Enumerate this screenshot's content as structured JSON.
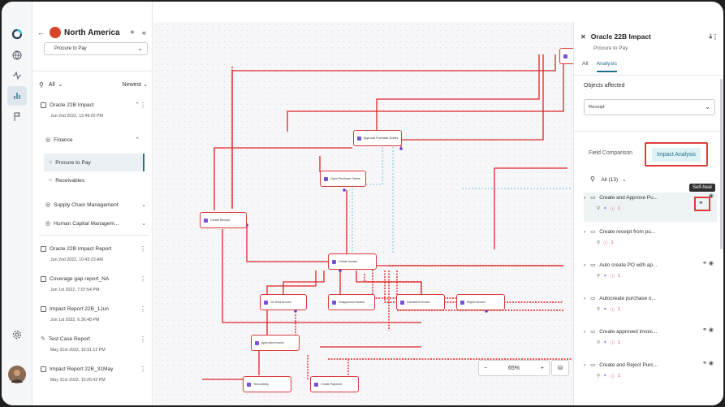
{
  "sidebar": {
    "title": "North America",
    "process_select": "Procure to Pay",
    "filter_label": "All",
    "sort_label": "Newest",
    "items": [
      {
        "name": "Oracle 22B Impact",
        "date": "Jun 2nd 2022, 12:49:02 PM"
      },
      {
        "name": "Oracle 22B Impact Report",
        "date": "Jun 2nd 2022, 10:43:23 AM"
      },
      {
        "name": "Coverage gap report_NA",
        "date": "Jun 1st 2022, 7:07:54 PM"
      },
      {
        "name": "Impact Report 22B_1Jun",
        "date": "Jun 1st 2022, 6:36:48 PM"
      },
      {
        "name": "Test Case Report",
        "date": "May 31st 2022, 10:31:12 PM"
      },
      {
        "name": "Impact Report 22B_31May",
        "date": "May 31st 2022, 10:26:42 PM"
      }
    ],
    "groups": {
      "finance": "Finance",
      "procure_to_pay": "Procure to Pay",
      "receivables": "Receivables",
      "supply_chain": "Supply Chain Management",
      "hcm": "Human Capital Managem..."
    }
  },
  "canvas": {
    "zoom": "65%",
    "zoom_minus": "−",
    "zoom_plus": "+",
    "nodes": {
      "approval_po": "Approval Purchase Orders",
      "open_po": "Open Purchase Orders",
      "create_receipt": "Create Receipt",
      "create_invoice": "Create Invoice",
      "on_hold_invoice": "On Hold Invoice",
      "unapproved_invoice": "Unapproved Invoice",
      "cancelled_invoice": "Cancelled Invoice",
      "reject_invoice": "Reject Invoice",
      "approved_invoice": "Approved Invoice",
      "test_activity": "Test Activity",
      "create_payment": "Create Payment"
    }
  },
  "panel": {
    "title": "Oracle 22B Impact",
    "subtitle": "Procure to Pay",
    "tabs": [
      "All",
      "Analysis"
    ],
    "objects_label": "Objects affected",
    "objects_value": "Receipt",
    "segment_left": "Field Comparison",
    "segment_right": "Impact Analysis",
    "filter": "All (13)",
    "tooltip": "Self-heal",
    "results": [
      {
        "title": "Create and Approve Pu...",
        "count": "1"
      },
      {
        "title": "Create receipt from pu...",
        "count": "1"
      },
      {
        "title": "Auto create PO with ap...",
        "count": "1"
      },
      {
        "title": "Autocreate purchase o...",
        "count": "1"
      },
      {
        "title": "Create approved invoic...",
        "count": "1"
      },
      {
        "title": "Create and Reject Purc...",
        "count": "1"
      }
    ]
  }
}
